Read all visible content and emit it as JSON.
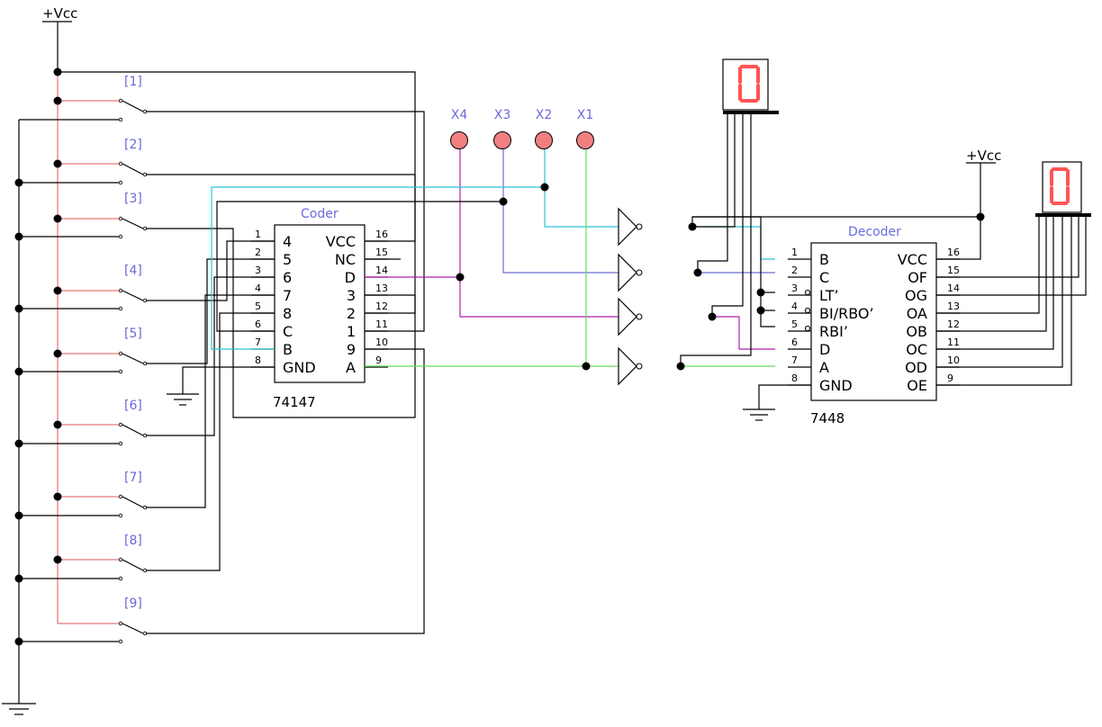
{
  "supply": {
    "vcc_label": "+Vcc",
    "vcc2_label": "+Vcc"
  },
  "switches": [
    "[1]",
    "[2]",
    "[3]",
    "[4]",
    "[5]",
    "[6]",
    "[7]",
    "[8]",
    "[9]"
  ],
  "coder": {
    "title": "Coder",
    "part": "74147",
    "left_pins": [
      {
        "num": "1",
        "name": "4"
      },
      {
        "num": "2",
        "name": "5"
      },
      {
        "num": "3",
        "name": "6"
      },
      {
        "num": "4",
        "name": "7"
      },
      {
        "num": "5",
        "name": "8"
      },
      {
        "num": "6",
        "name": "C"
      },
      {
        "num": "7",
        "name": "B"
      },
      {
        "num": "8",
        "name": "GND"
      }
    ],
    "right_pins": [
      {
        "num": "16",
        "name": "VCC"
      },
      {
        "num": "15",
        "name": "NC"
      },
      {
        "num": "14",
        "name": "D"
      },
      {
        "num": "13",
        "name": "3"
      },
      {
        "num": "12",
        "name": "2"
      },
      {
        "num": "11",
        "name": "1"
      },
      {
        "num": "10",
        "name": "9"
      },
      {
        "num": "9",
        "name": "A"
      }
    ]
  },
  "decoder": {
    "title": "Decoder",
    "part": "7448",
    "left_pins": [
      {
        "num": "1",
        "name": "B"
      },
      {
        "num": "2",
        "name": "C"
      },
      {
        "num": "3",
        "name": "LT’"
      },
      {
        "num": "4",
        "name": "BI/RBO’"
      },
      {
        "num": "5",
        "name": "RBI’"
      },
      {
        "num": "6",
        "name": "D"
      },
      {
        "num": "7",
        "name": "A"
      },
      {
        "num": "8",
        "name": "GND"
      }
    ],
    "right_pins": [
      {
        "num": "16",
        "name": "VCC"
      },
      {
        "num": "15",
        "name": "OF"
      },
      {
        "num": "14",
        "name": "OG"
      },
      {
        "num": "13",
        "name": "OA"
      },
      {
        "num": "12",
        "name": "OB"
      },
      {
        "num": "11",
        "name": "OC"
      },
      {
        "num": "10",
        "name": "OD"
      },
      {
        "num": "9",
        "name": "OE"
      }
    ]
  },
  "probes": [
    "X4",
    "X3",
    "X2",
    "X1"
  ],
  "displays": [
    {
      "digit": "0"
    },
    {
      "digit": "0"
    }
  ],
  "colors": {
    "wire": "#000000",
    "vcc_rail": "#e05555",
    "probe_x2": "#29c4d8",
    "probe_x3": "#6d6dd6",
    "probe_x4": "#b21fb2",
    "probe_x1": "#66dd66",
    "probe_fill": "#f08080",
    "segment_on": "#ff5555",
    "label_blue": "#6a6adc"
  }
}
